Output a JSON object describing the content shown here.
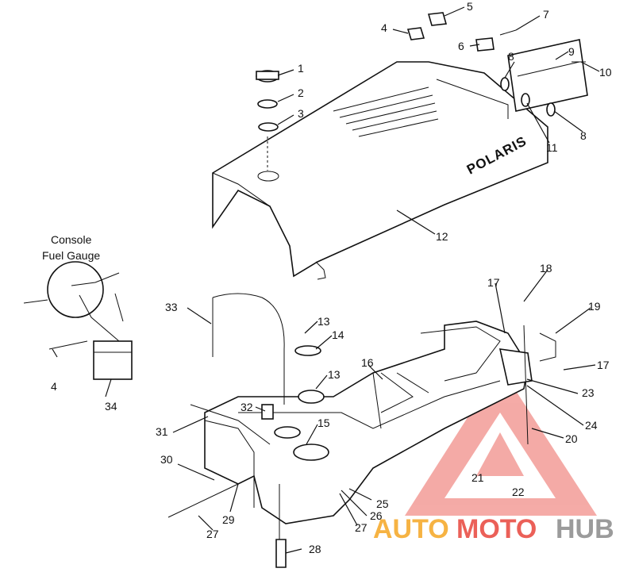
{
  "diagram": {
    "callouts": [
      {
        "id": "c1",
        "text": "1"
      },
      {
        "id": "c2",
        "text": "2"
      },
      {
        "id": "c3",
        "text": "3"
      },
      {
        "id": "c4a",
        "text": "4"
      },
      {
        "id": "c5",
        "text": "5"
      },
      {
        "id": "c6",
        "text": "6"
      },
      {
        "id": "c7",
        "text": "7"
      },
      {
        "id": "c8a",
        "text": "8"
      },
      {
        "id": "c9",
        "text": "9"
      },
      {
        "id": "c10",
        "text": "10"
      },
      {
        "id": "c11",
        "text": "11"
      },
      {
        "id": "c8b",
        "text": "8"
      },
      {
        "id": "c12",
        "text": "12"
      },
      {
        "id": "c18",
        "text": "18"
      },
      {
        "id": "c17a",
        "text": "17"
      },
      {
        "id": "c19",
        "text": "19"
      },
      {
        "id": "c17b",
        "text": "17"
      },
      {
        "id": "c33",
        "text": "33"
      },
      {
        "id": "c13a",
        "text": "13"
      },
      {
        "id": "c14",
        "text": "14"
      },
      {
        "id": "c13b",
        "text": "13"
      },
      {
        "id": "c16",
        "text": "16"
      },
      {
        "id": "c23",
        "text": "23"
      },
      {
        "id": "c24",
        "text": "24"
      },
      {
        "id": "c20",
        "text": "20"
      },
      {
        "id": "c32",
        "text": "32"
      },
      {
        "id": "c31",
        "text": "31"
      },
      {
        "id": "c15",
        "text": "15"
      },
      {
        "id": "c30",
        "text": "30"
      },
      {
        "id": "c29",
        "text": "29"
      },
      {
        "id": "c25",
        "text": "25"
      },
      {
        "id": "c26",
        "text": "26"
      },
      {
        "id": "c27a",
        "text": "27"
      },
      {
        "id": "c27b",
        "text": "27"
      },
      {
        "id": "c21",
        "text": "21"
      },
      {
        "id": "c22",
        "text": "22"
      },
      {
        "id": "c28",
        "text": "28"
      },
      {
        "id": "c4b",
        "text": "4"
      },
      {
        "id": "c34",
        "text": "34"
      }
    ],
    "console_label_line1": "Console",
    "console_label_line2": "Fuel Gauge",
    "seat_brand": "POLARIS"
  },
  "watermark": {
    "auto": "AUTO",
    "moto": "MOTO",
    "hub": "HUB",
    "color_red": "#e8453c",
    "color_orange": "#f5a623",
    "color_gray": "#8a8a8a"
  }
}
